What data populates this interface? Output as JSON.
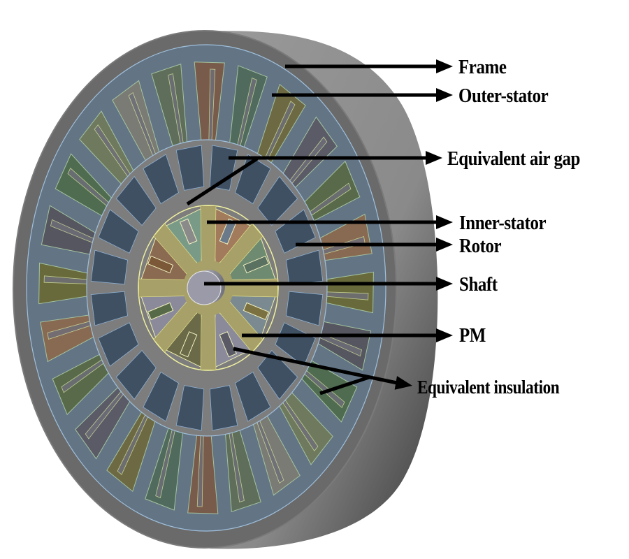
{
  "figure": {
    "title": "Motor cross-section component labels",
    "labels": [
      {
        "id": "frame",
        "text": "Frame"
      },
      {
        "id": "outer-stator",
        "text": "Outer-stator"
      },
      {
        "id": "equivalent-air-gap",
        "text": "Equivalent air gap"
      },
      {
        "id": "inner-stator",
        "text": "Inner-stator"
      },
      {
        "id": "rotor",
        "text": "Rotor"
      },
      {
        "id": "shaft",
        "text": "Shaft"
      },
      {
        "id": "pm",
        "text": "PM"
      },
      {
        "id": "equivalent-insulation",
        "text": "Equivalent insulation"
      }
    ],
    "counts": {
      "outer_stator_slots": 24,
      "rotor_segments": 20,
      "inner_stator_teeth": 8
    },
    "colors": {
      "frame_side": "#8c8c8c",
      "frame_face": "#6b6b6b",
      "outer_stator": "#637485",
      "rotor_iron": "#7d7d7d",
      "rotor_segment": "#3f5063",
      "inner_stator": "#a7a068",
      "shaft": "#9a9aa6",
      "arrow": "#000000"
    },
    "coil_colors": [
      "#7a5a48",
      "#4f6b5c",
      "#6e6a40",
      "#5a5a66",
      "#596a48",
      "#8a6a50",
      "#6a6a38",
      "#55555e",
      "#4e6b4e",
      "#6f7a5c",
      "#7c7c74",
      "#5e6e58"
    ]
  }
}
